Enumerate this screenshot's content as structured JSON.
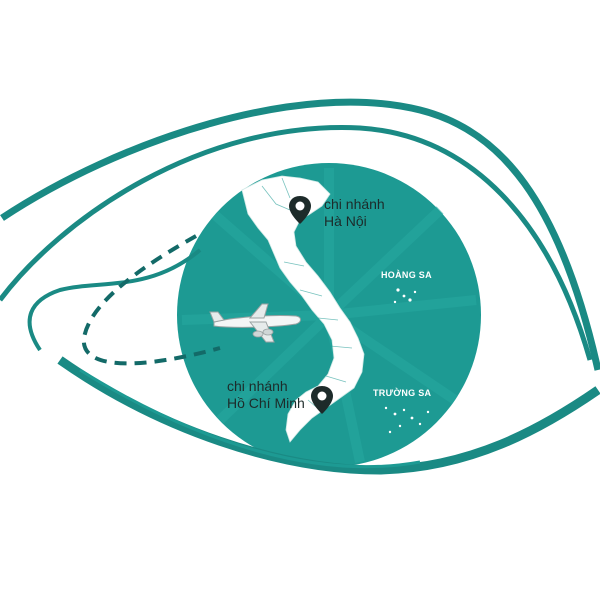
{
  "branches": {
    "hanoi": {
      "line1": "chi nhánh",
      "line2": "Hà Nội",
      "icon": "map-pin-icon"
    },
    "hcm": {
      "line1": "chi nhánh",
      "line2": "Hồ Chí Minh",
      "icon": "map-pin-icon"
    }
  },
  "islands": {
    "hoang_sa": "HOÀNG SA",
    "truong_sa": "TRƯỜNG SA"
  },
  "colors": {
    "teal": "#1d9a93",
    "dark_teal": "#136a68",
    "pin": "#1d2b2a",
    "land": "#ffffff"
  }
}
